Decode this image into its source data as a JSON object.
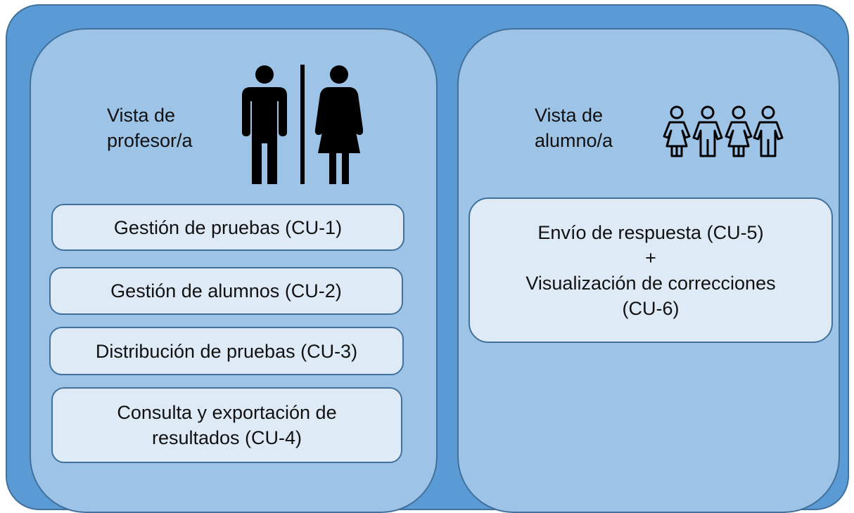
{
  "profesor": {
    "label_line1": "Vista de",
    "label_line2": "profesor/a",
    "icon": "man-woman-restroom-icon",
    "boxes": [
      {
        "line1": "Gestión de pruebas (CU-1)"
      },
      {
        "line1": "Gestión de alumnos (CU-2)"
      },
      {
        "line1": "Distribución de pruebas (CU-3)"
      },
      {
        "line1": "Consulta y exportación de",
        "line2": "resultados (CU-4)"
      }
    ]
  },
  "alumno": {
    "label_line1": "Vista de",
    "label_line2": "alumno/a",
    "icon": "group-of-children-icon",
    "box": {
      "line1": "Envío de respuesta (CU-5)",
      "line2": "+",
      "line3": "Visualización de correcciones",
      "line4": "(CU-6)"
    }
  },
  "colors": {
    "outer_fill": "#5b9bd5",
    "panel_fill": "#9dc3e6",
    "box_fill": "#deebf7",
    "border": "#41719c"
  }
}
